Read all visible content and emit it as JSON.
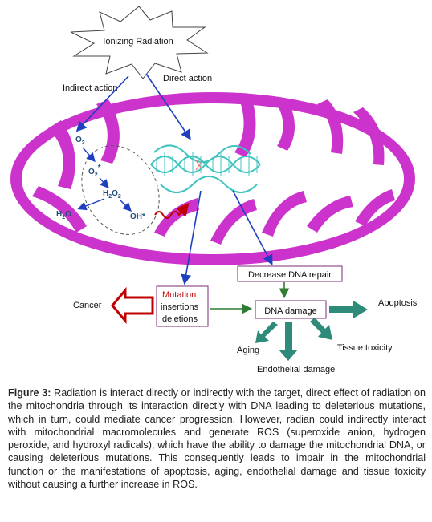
{
  "diagram": {
    "source_label": "Ionizing Radiation",
    "indirect_label": "Indirect action",
    "direct_label": "Direct action",
    "chem": {
      "o2": "O",
      "o2_sub": "2",
      "o2_star": "O",
      "o2_star_sub": "2",
      "o2_star_sup": "*—",
      "h2o2_h": "H",
      "h2o2_sub1": "2",
      "h2o2_o": "O",
      "h2o2_sub2": "2",
      "h2o_h": "H",
      "h2o_sub": "2",
      "h2o_o": "O",
      "oh": "OH*"
    },
    "mutation_box": [
      "Mutation",
      "insertions",
      "deletions"
    ],
    "cancer_label": "Cancer",
    "repair_box": "Decrease DNA repair",
    "damage_box": "DNA damage",
    "apoptosis_label": "Apoptosis",
    "aging_label": "Aging",
    "tissue_label": "Tissue toxicity",
    "endothelial_label": "Endothelial damage",
    "colors": {
      "mito_outer": "#cc33cc",
      "arrow_blue": "#1f3fbf",
      "teal": "#2e8b7a",
      "green": "#2e7d32",
      "red": "#c00000",
      "dna": "#40c4c0"
    }
  },
  "caption": {
    "figure_label": "Figure 3:",
    "text": "Radiation is interact directly or indirectly with the target, direct effect of radiation on the mitochondria through its interaction directly with DNA leading to deleterious mutations, which in turn, could mediate cancer progression. However, radian could indirectly interact with mitochondrial macromolecules and generate ROS (superoxide anion, hydrogen peroxide, and hydroxyl radicals), which have the ability to damage the mitochondrial DNA, or causing deleterious mutations. This consequently leads to impair in the mitochondrial function or the manifestations of apoptosis, aging, endothelial damage and tissue toxicity without causing a further increase in ROS."
  }
}
